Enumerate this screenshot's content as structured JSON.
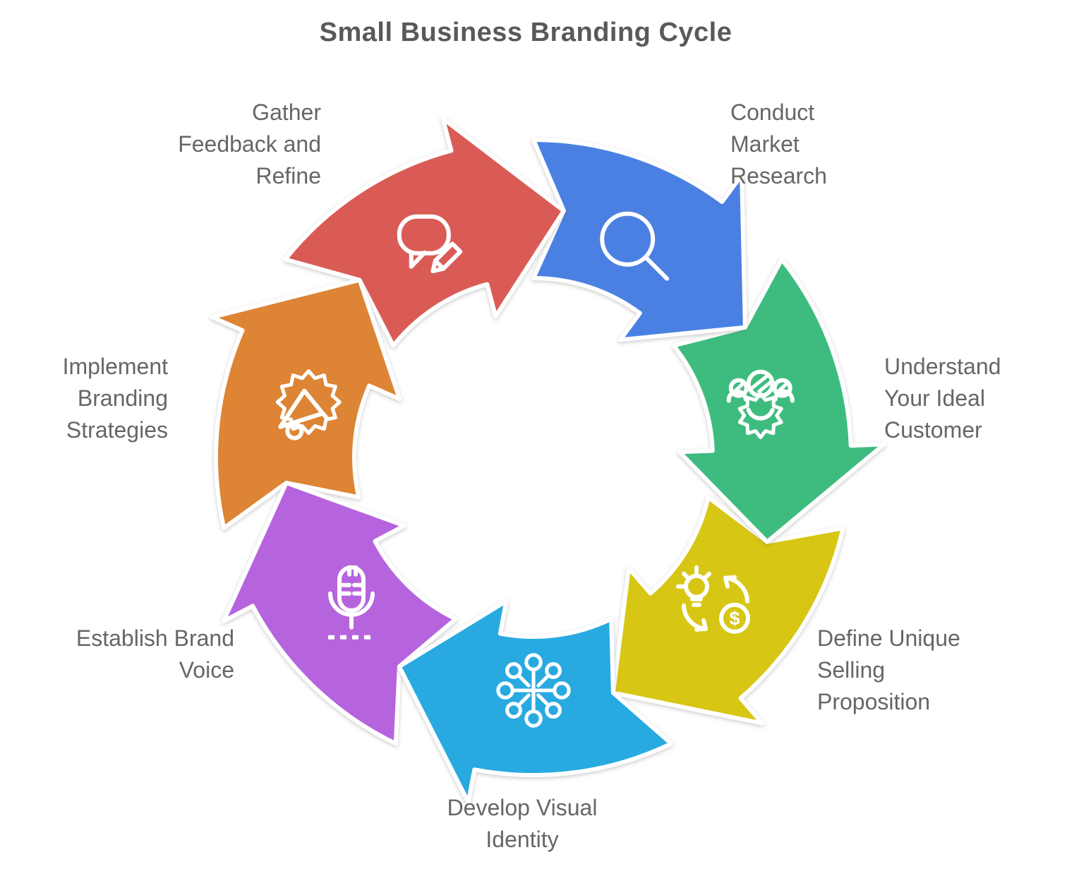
{
  "title": "Small Business Branding Cycle",
  "diagram": {
    "type": "cycle",
    "direction": "clockwise",
    "segments": [
      {
        "label": "Conduct\nMarket\nResearch",
        "color": "#4A80E1",
        "icon": "search-icon"
      },
      {
        "label": "Understand\nYour Ideal\nCustomer",
        "color": "#3EBC7F",
        "icon": "customer-gear-icon"
      },
      {
        "label": "Define Unique\nSelling\nProposition",
        "color": "#D7C613",
        "icon": "idea-to-money-icon"
      },
      {
        "label": "Develop Visual\nIdentity",
        "color": "#28AAE1",
        "icon": "network-icon"
      },
      {
        "label": "Establish Brand\nVoice",
        "color": "#B564DD",
        "icon": "microphone-icon"
      },
      {
        "label": "Implement\nBranding\nStrategies",
        "color": "#DD8435",
        "icon": "megaphone-icon"
      },
      {
        "label": "Gather\nFeedback and\nRefine",
        "color": "#DA5B55",
        "icon": "speech-pencil-icon"
      }
    ],
    "text_color": "#666666",
    "title_color": "#595959"
  }
}
